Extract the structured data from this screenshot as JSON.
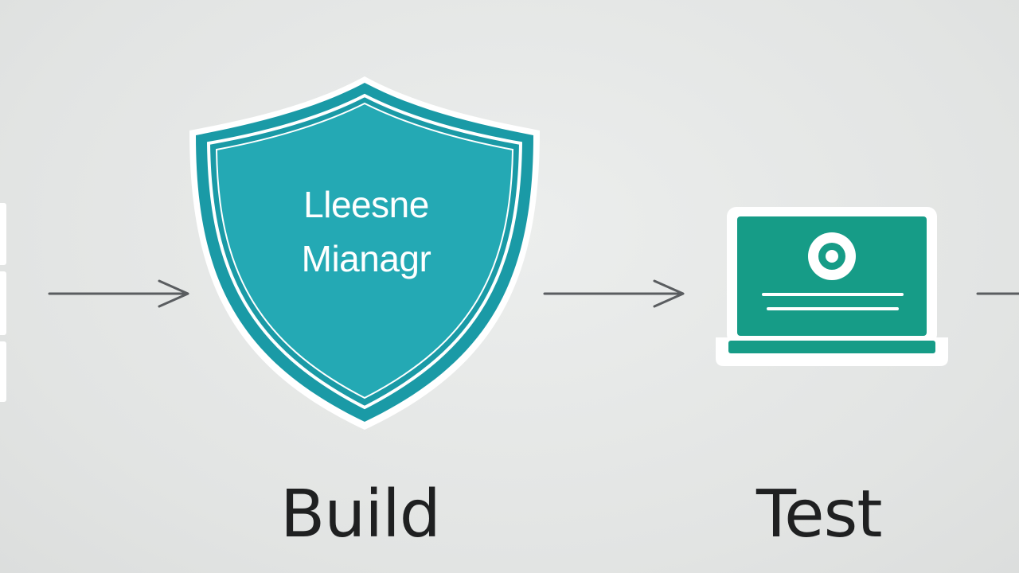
{
  "colors": {
    "background": "#e4e6e5",
    "shield_outer": "#1a9aa6",
    "shield_inner": "#24a9b4",
    "laptop_screen": "#169c87",
    "arrow": "#5a5d60",
    "label_text": "#1f2021"
  },
  "shield": {
    "icon": "shield-icon",
    "line1": "Lleesne",
    "line2": "Mianagr"
  },
  "laptop": {
    "icon": "laptop-icon"
  },
  "stages": [
    {
      "label": "Build"
    },
    {
      "label": "Test"
    }
  ]
}
